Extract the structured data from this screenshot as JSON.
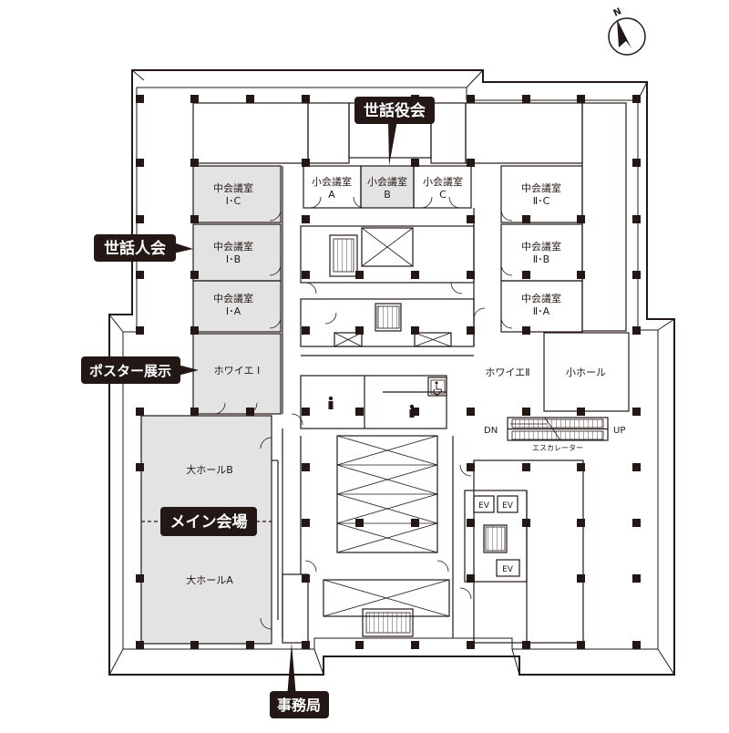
{
  "compass": {
    "label": "N",
    "icon": "north-arrow-icon"
  },
  "callouts": {
    "sewayaku": "世話役会",
    "sewanin": "世話人会",
    "poster": "ポスター展示",
    "main_venue": "メイン会場",
    "office": "事務局"
  },
  "rooms": {
    "chu_1c": [
      "中会議室",
      "Ⅰ･C"
    ],
    "chu_1b": [
      "中会議室",
      "Ⅰ･B"
    ],
    "chu_1a": [
      "中会議室",
      "Ⅰ･A"
    ],
    "sho_a": [
      "小会議室",
      "A"
    ],
    "sho_b": [
      "小会議室",
      "B"
    ],
    "sho_c": [
      "小会議室",
      "C"
    ],
    "chu_2c": [
      "中会議室",
      "Ⅱ･C"
    ],
    "chu_2b": [
      "中会議室",
      "Ⅱ･B"
    ],
    "chu_2a": [
      "中会議室",
      "Ⅱ･A"
    ],
    "foyer1": "ホワイエ Ⅰ",
    "foyer2": "ホワイエⅡ",
    "small_hall": "小ホール",
    "hall_b": "大ホールB",
    "hall_a": "大ホールA"
  },
  "labels": {
    "escalator": "エスカレーター",
    "dn": "DN",
    "up": "UP",
    "ev": "EV"
  },
  "colors": {
    "highlight": "#e3e3e3",
    "callout_bg": "#231815",
    "line": "#231815"
  },
  "icons": [
    "north-arrow-icon",
    "restroom-icon",
    "restroom-icon",
    "accessible-icon"
  ]
}
